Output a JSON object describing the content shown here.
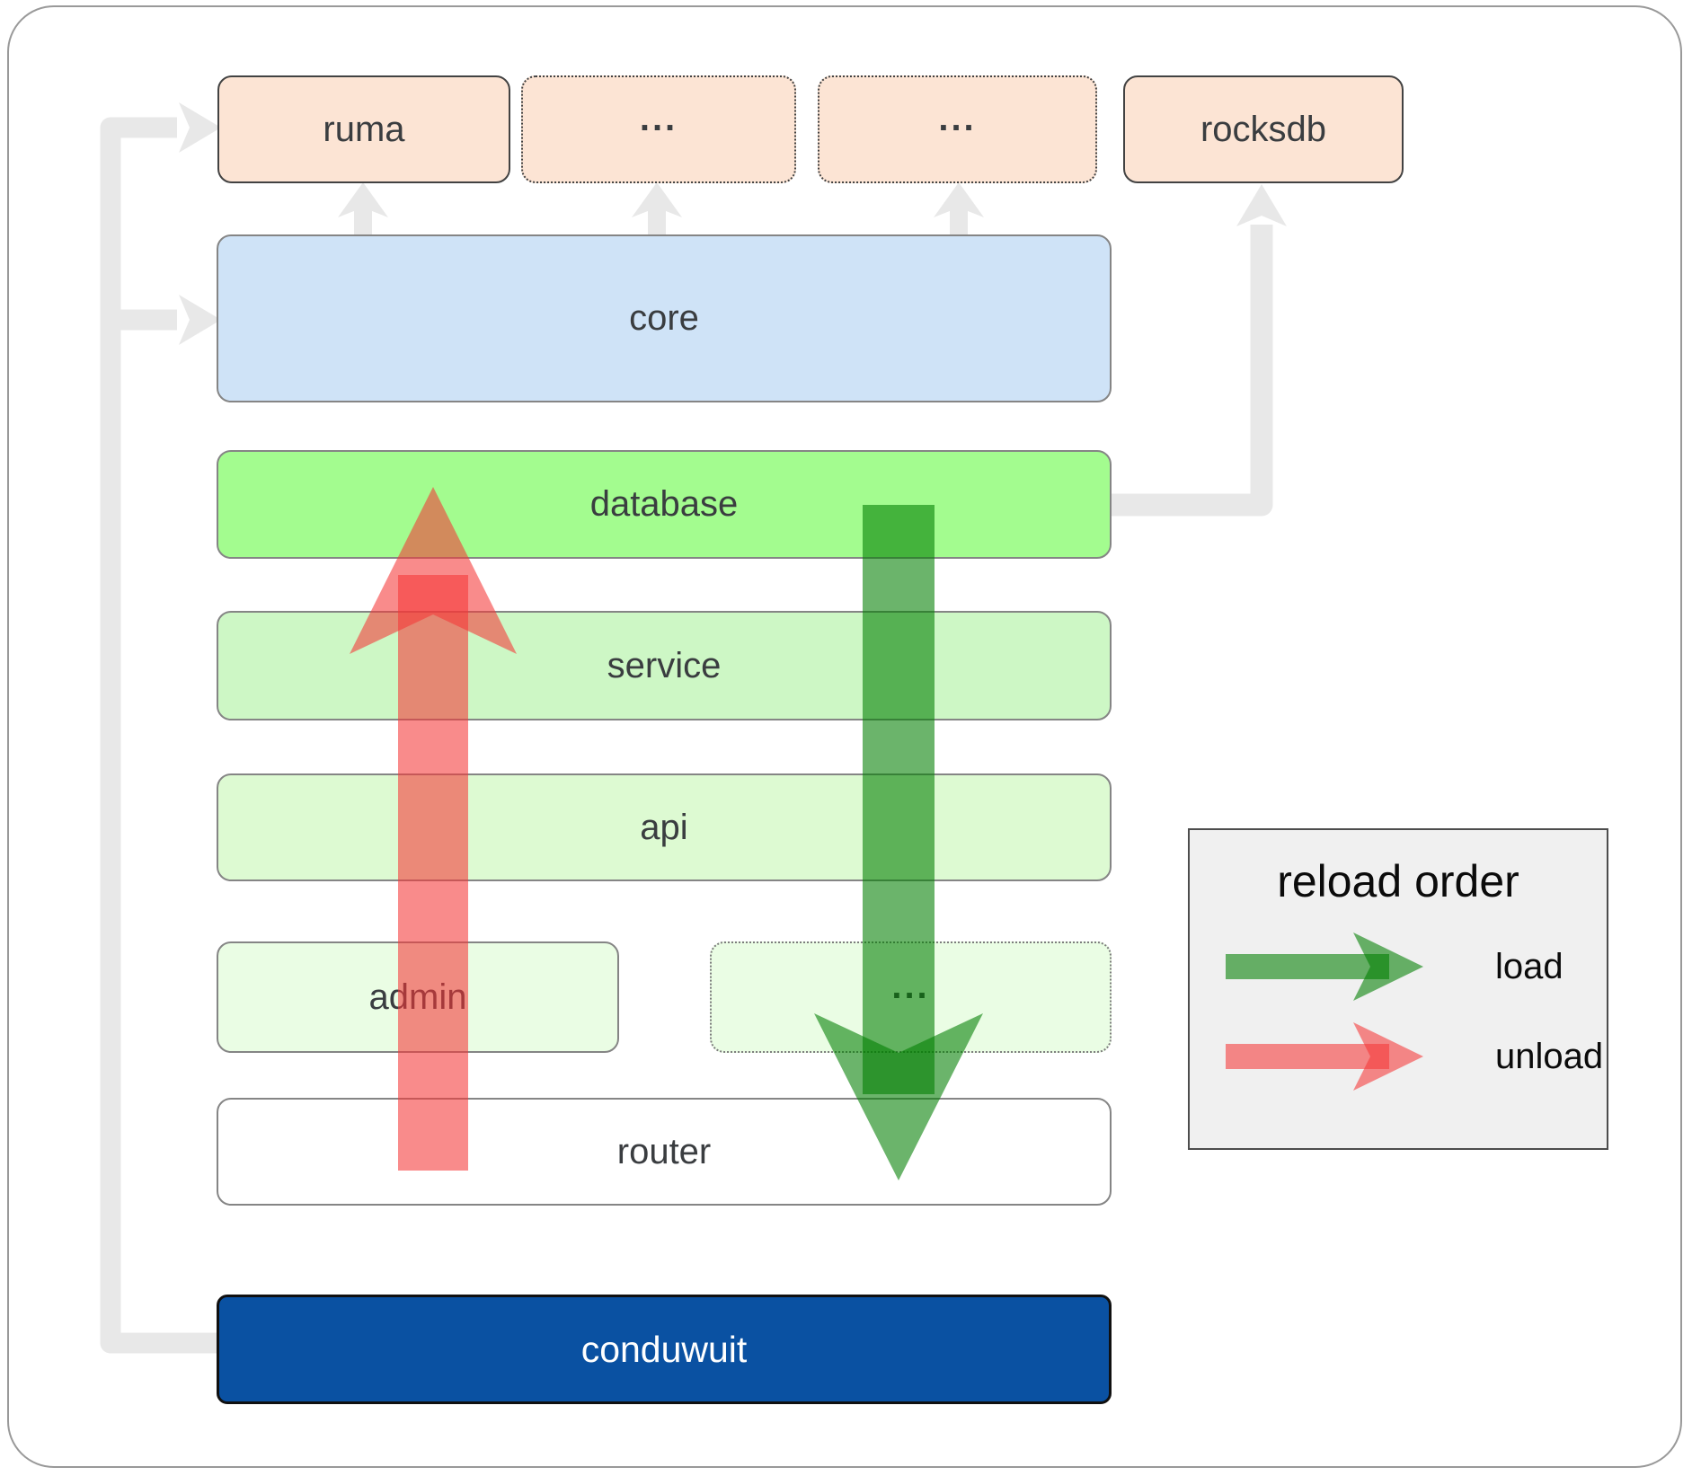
{
  "boxes": {
    "ruma": {
      "label": "ruma"
    },
    "ellipsis_top_1": {
      "label": "..."
    },
    "ellipsis_top_2": {
      "label": "..."
    },
    "rocksdb": {
      "label": "rocksdb"
    },
    "core": {
      "label": "core"
    },
    "database": {
      "label": "database"
    },
    "service": {
      "label": "service"
    },
    "api": {
      "label": "api"
    },
    "admin": {
      "label": "admin"
    },
    "ellipsis_admin": {
      "label": "..."
    },
    "router": {
      "label": "router"
    },
    "conduwuit": {
      "label": "conduwuit"
    }
  },
  "legend": {
    "title": "reload order",
    "load_label": "load",
    "unload_label": "unload"
  },
  "colors": {
    "load_green": "#007d00",
    "unload_red": "#f53737",
    "connector_gray": "#e8e8e8",
    "box_peach": "#fce4d4",
    "box_core_blue": "#cfe3f7",
    "box_database_green": "#a3fc8f",
    "box_service_green": "#cdf7c5",
    "box_api_green": "#ddfad2",
    "box_faint_green": "#eafde4",
    "box_router_white": "#ffffff",
    "conduwuit_blue": "#0a51a2",
    "legend_bg": "#f0f0f0"
  }
}
